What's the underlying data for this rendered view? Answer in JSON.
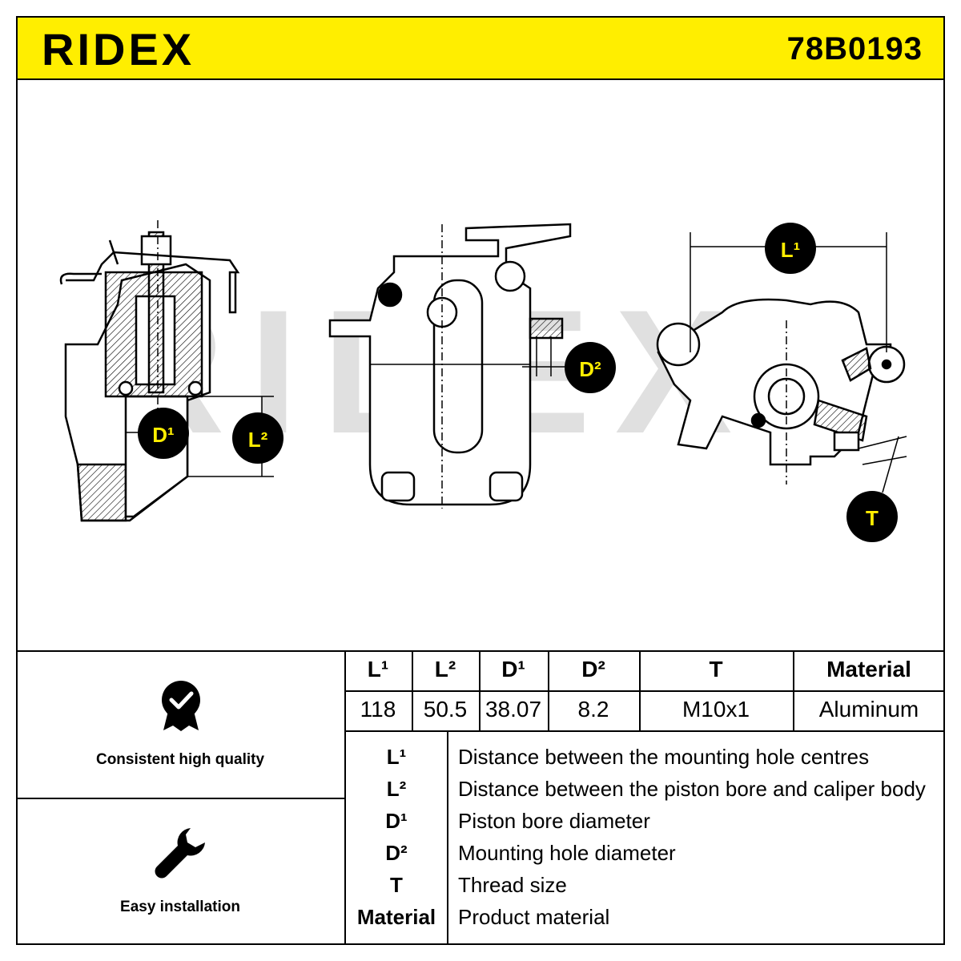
{
  "header": {
    "brand": "RIDEX",
    "part_number": "78B0193"
  },
  "drawing": {
    "watermark": "RIDEX",
    "dimension_labels": {
      "d1": "D¹",
      "l2": "L²",
      "d2": "D²",
      "l1": "L¹",
      "t": "T"
    }
  },
  "features": [
    {
      "label": "Consistent high quality",
      "icon": "quality-badge-icon"
    },
    {
      "label": "Easy installation",
      "icon": "wrench-icon"
    }
  ],
  "specs": {
    "headers": [
      "L¹",
      "L²",
      "D¹",
      "D²",
      "T",
      "Material"
    ],
    "values": [
      "118",
      "50.5",
      "38.07",
      "8.2",
      "M10x1",
      "Aluminum"
    ]
  },
  "legend": [
    {
      "key": "L¹",
      "desc": "Distance between the mounting hole centres"
    },
    {
      "key": "L²",
      "desc": "Distance between the piston bore and caliper body"
    },
    {
      "key": "D¹",
      "desc": "Piston bore diameter"
    },
    {
      "key": "D²",
      "desc": "Mounting hole diameter"
    },
    {
      "key": "T",
      "desc": "Thread size"
    },
    {
      "key": "Material",
      "desc": "Product material"
    }
  ],
  "colors": {
    "header_bg": "#ffee00",
    "watermark": "#d9d9d9",
    "ink": "#000000"
  }
}
